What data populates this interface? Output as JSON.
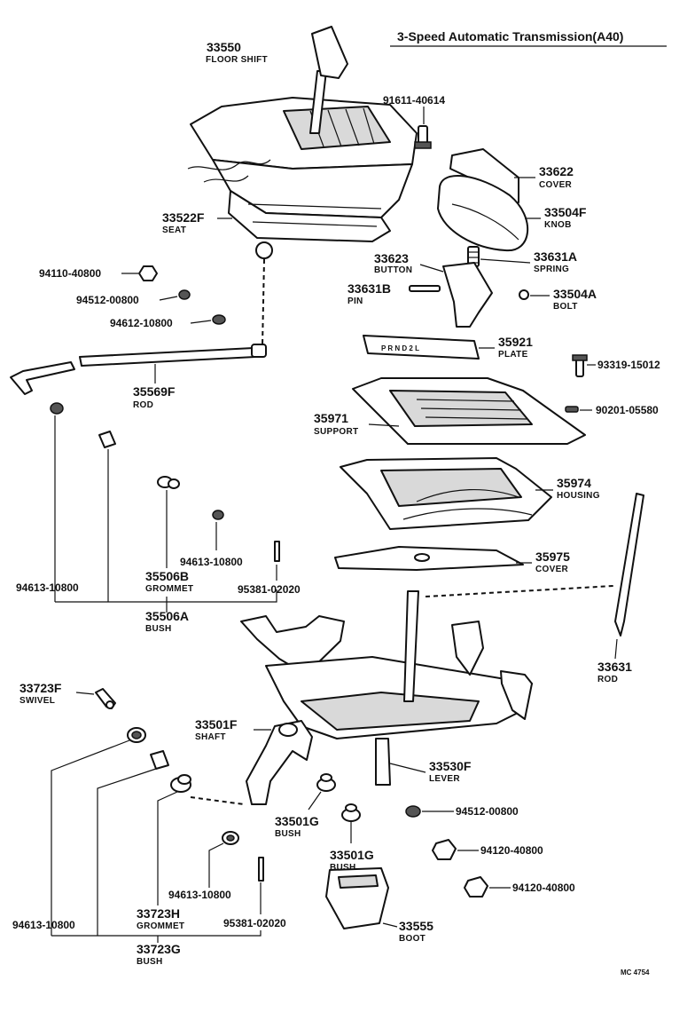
{
  "title": "3-Speed Automatic Transmission(A40)",
  "footer_code": "MC 4754",
  "plate_markings": "P R N D 2 L",
  "labels": {
    "floor_shift": {
      "number": "33550",
      "desc": "FLOOR SHIFT"
    },
    "bolt_91611": {
      "number": "91611-40614"
    },
    "cover_33622": {
      "number": "33622",
      "desc": "COVER"
    },
    "knob": {
      "number": "33504F",
      "desc": "KNOB"
    },
    "seat": {
      "number": "33522F",
      "desc": "SEAT"
    },
    "button": {
      "number": "33623",
      "desc": "BUTTON"
    },
    "spring": {
      "number": "33631A",
      "desc": "SPRING"
    },
    "pin": {
      "number": "33631B",
      "desc": "PIN"
    },
    "bolt_33504a": {
      "number": "33504A",
      "desc": "BOLT"
    },
    "nut_94110": {
      "number": "94110-40800"
    },
    "washer_94512_top": {
      "number": "94512-00800"
    },
    "washer_94612": {
      "number": "94612-10800"
    },
    "plate": {
      "number": "35921",
      "desc": "PLATE"
    },
    "screw_93319": {
      "number": "93319-15012"
    },
    "rod_35569": {
      "number": "35569F",
      "desc": "ROD"
    },
    "support": {
      "number": "35971",
      "desc": "SUPPORT"
    },
    "clip_90201": {
      "number": "90201-05580"
    },
    "housing": {
      "number": "35974",
      "desc": "HOUSING"
    },
    "washer_94613_mid": {
      "number": "94613-10800"
    },
    "grommet_35506b": {
      "number": "35506B",
      "desc": "GROMMET"
    },
    "washer_94613_left": {
      "number": "94613-10800"
    },
    "pin_95381_top": {
      "number": "95381-02020"
    },
    "cover_35975": {
      "number": "35975",
      "desc": "COVER"
    },
    "bush_35506a": {
      "number": "35506A",
      "desc": "BUSH"
    },
    "rod_33631": {
      "number": "33631",
      "desc": "ROD"
    },
    "swivel": {
      "number": "33723F",
      "desc": "SWIVEL"
    },
    "shaft": {
      "number": "33501F",
      "desc": "SHAFT"
    },
    "lever": {
      "number": "33530F",
      "desc": "LEVER"
    },
    "bush_33501g_a": {
      "number": "33501G",
      "desc": "BUSH"
    },
    "washer_94512_bottom": {
      "number": "94512-00800"
    },
    "bush_33501g_b": {
      "number": "33501G",
      "desc": "BUSH"
    },
    "nut_94120_a": {
      "number": "94120-40800"
    },
    "nut_94120_b": {
      "number": "94120-40800"
    },
    "washer_94613_lower": {
      "number": "94613-10800"
    },
    "grommet_33723h": {
      "number": "33723H",
      "desc": "GROMMET"
    },
    "pin_95381_bottom": {
      "number": "95381-02020"
    },
    "washer_94613_bottomleft": {
      "number": "94613-10800"
    },
    "bush_33723g": {
      "number": "33723G",
      "desc": "BUSH"
    },
    "boot": {
      "number": "33555",
      "desc": "BOOT"
    }
  }
}
